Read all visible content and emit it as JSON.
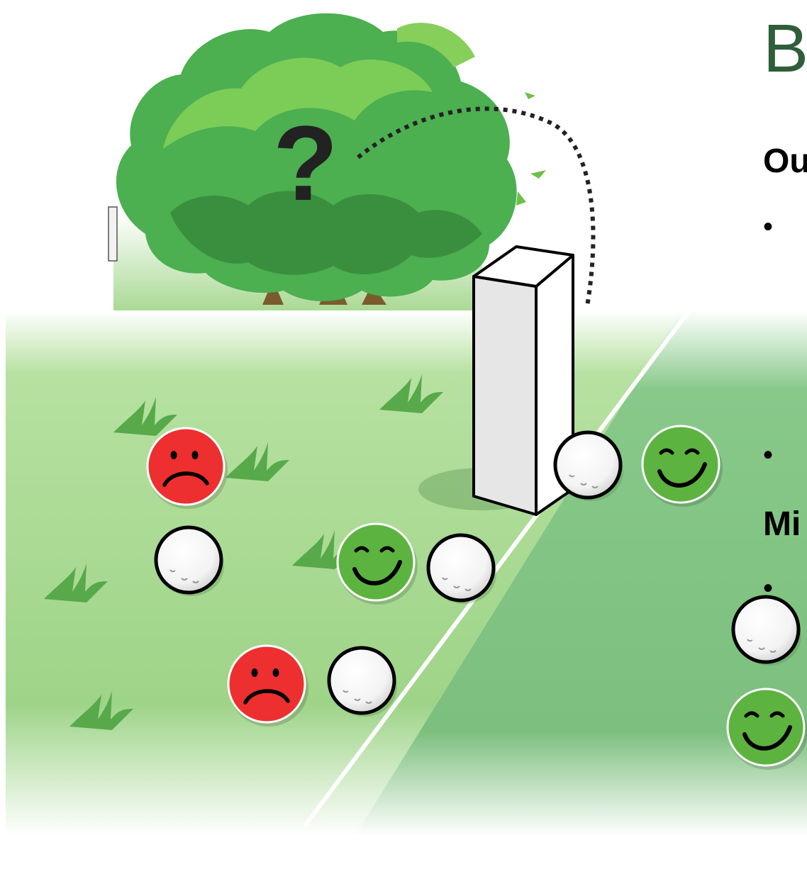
{
  "title": "B",
  "headings": [
    "Ou",
    "Mi"
  ],
  "bullets": [
    "•",
    "•",
    "•"
  ],
  "question_mark": "?",
  "colors": {
    "title": "#2e5e3a",
    "grass_in_bounds": "#a8d98e",
    "grass_out_of_bounds": "#7cbf7e",
    "tree_foliage": "#4caf50",
    "happy_face": "#5db33f",
    "sad_face": "#ee2f2f",
    "ball": "#ffffff"
  },
  "icons": [
    "tree",
    "question-mark",
    "ball-flight-path",
    "white-out-of-bounds-stake",
    "boundary-line",
    "golf-ball",
    "happy-face",
    "sad-face",
    "grass-tuft"
  ]
}
